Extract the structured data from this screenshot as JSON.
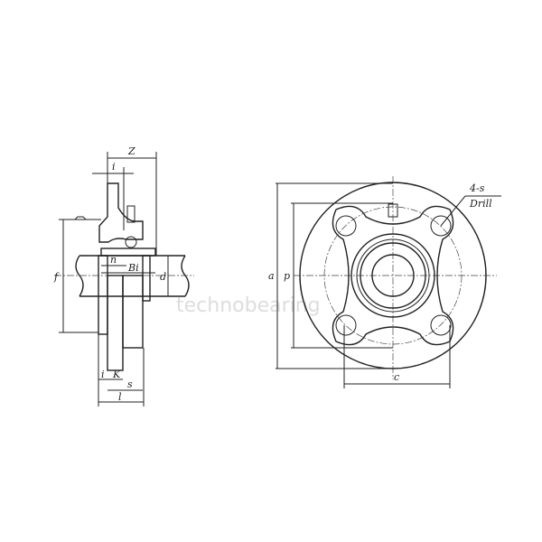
{
  "side_view": {
    "labels": {
      "z": "Z",
      "i_top": "i",
      "f": "f",
      "n": "n",
      "bi": "Bi",
      "d": "d",
      "i_bottom": "i",
      "k": "K",
      "s": "s",
      "l": "l"
    }
  },
  "front_view": {
    "labels": {
      "a": "a",
      "p": "p",
      "c": "c",
      "holes": "4-s",
      "drill": "Drill"
    }
  },
  "watermark": "technobearing"
}
